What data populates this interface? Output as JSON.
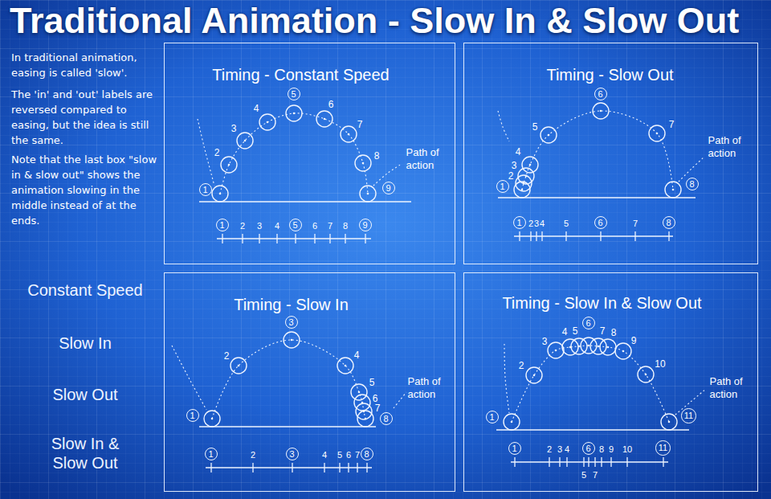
{
  "diagram": {
    "title": "Traditional Animation - Slow In & Slow Out",
    "nodes": [
      {
        "text": [
          "Timing - Constant Speed",
          "Path of action"
        ]
      },
      {
        "text": [
          "1"
        ],
        "in": 0
      },
      {
        "text": [
          "5"
        ],
        "in": 0
      },
      {
        "text": [
          "9"
        ],
        "in": 0
      },
      {
        "text": [
          "1"
        ],
        "in": 0
      },
      {
        "text": [
          "5"
        ],
        "in": 0
      },
      {
        "text": [
          "9"
        ],
        "in": 0
      },
      {
        "text": [
          "Timing - Slow Out",
          "Path of action"
        ]
      },
      {
        "text": [
          "1"
        ],
        "in": 7
      },
      {
        "text": [
          "6"
        ],
        "in": 7
      },
      {
        "text": [
          "8"
        ],
        "in": 7
      },
      {
        "text": [
          "1"
        ],
        "in": 7
      },
      {
        "text": [
          "6"
        ],
        "in": 7
      },
      {
        "text": [
          "8"
        ],
        "in": 7
      },
      {
        "text": [
          "Timing - Slow In",
          "Path of action"
        ]
      },
      {
        "text": [
          "1"
        ],
        "in": 14
      },
      {
        "text": [
          "3"
        ],
        "in": 14
      },
      {
        "text": [
          "8"
        ],
        "in": 14
      },
      {
        "text": [
          "1"
        ],
        "in": 14
      },
      {
        "text": [
          "3"
        ],
        "in": 14
      },
      {
        "text": [
          "8"
        ],
        "in": 14
      },
      {
        "text": [
          "Timing - Slow In & Slow Out",
          "Path of action"
        ]
      },
      {
        "text": [
          "1"
        ],
        "in": 21
      },
      {
        "text": [
          "6"
        ],
        "in": 21
      },
      {
        "text": [
          "11"
        ],
        "in": 21
      },
      {
        "text": [
          "1"
        ],
        "in": 21
      },
      {
        "text": [
          "6"
        ],
        "in": 21
      },
      {
        "text": [
          "11"
        ],
        "in": 21
      }
    ],
    "labels": [
      "In traditional animation, easing is called 'slow'.",
      "The 'in' and 'out' labels are reversed compared to easing, but the idea is still the same.",
      "Note that the last box \"slow in & slow out\" shows the animation slowing in the middle instead of at the ends.",
      "Constant Speed",
      "Slow In",
      "Slow Out",
      "Slow In & Slow Out",
      "2",
      "3",
      "4",
      "6",
      "7",
      "8",
      "2",
      "3",
      "4",
      "6",
      "7",
      "8",
      "2",
      "3",
      "4",
      "5",
      "7",
      "2",
      "3",
      "4",
      "5",
      "7",
      "2",
      "4",
      "5",
      "6",
      "7",
      "2",
      "4",
      "5",
      "6",
      "7",
      "2",
      "3",
      "4",
      "5",
      "7",
      "8",
      "9",
      "10",
      "2",
      "3",
      "4",
      "5",
      "7",
      "8",
      "9",
      "10"
    ]
  }
}
